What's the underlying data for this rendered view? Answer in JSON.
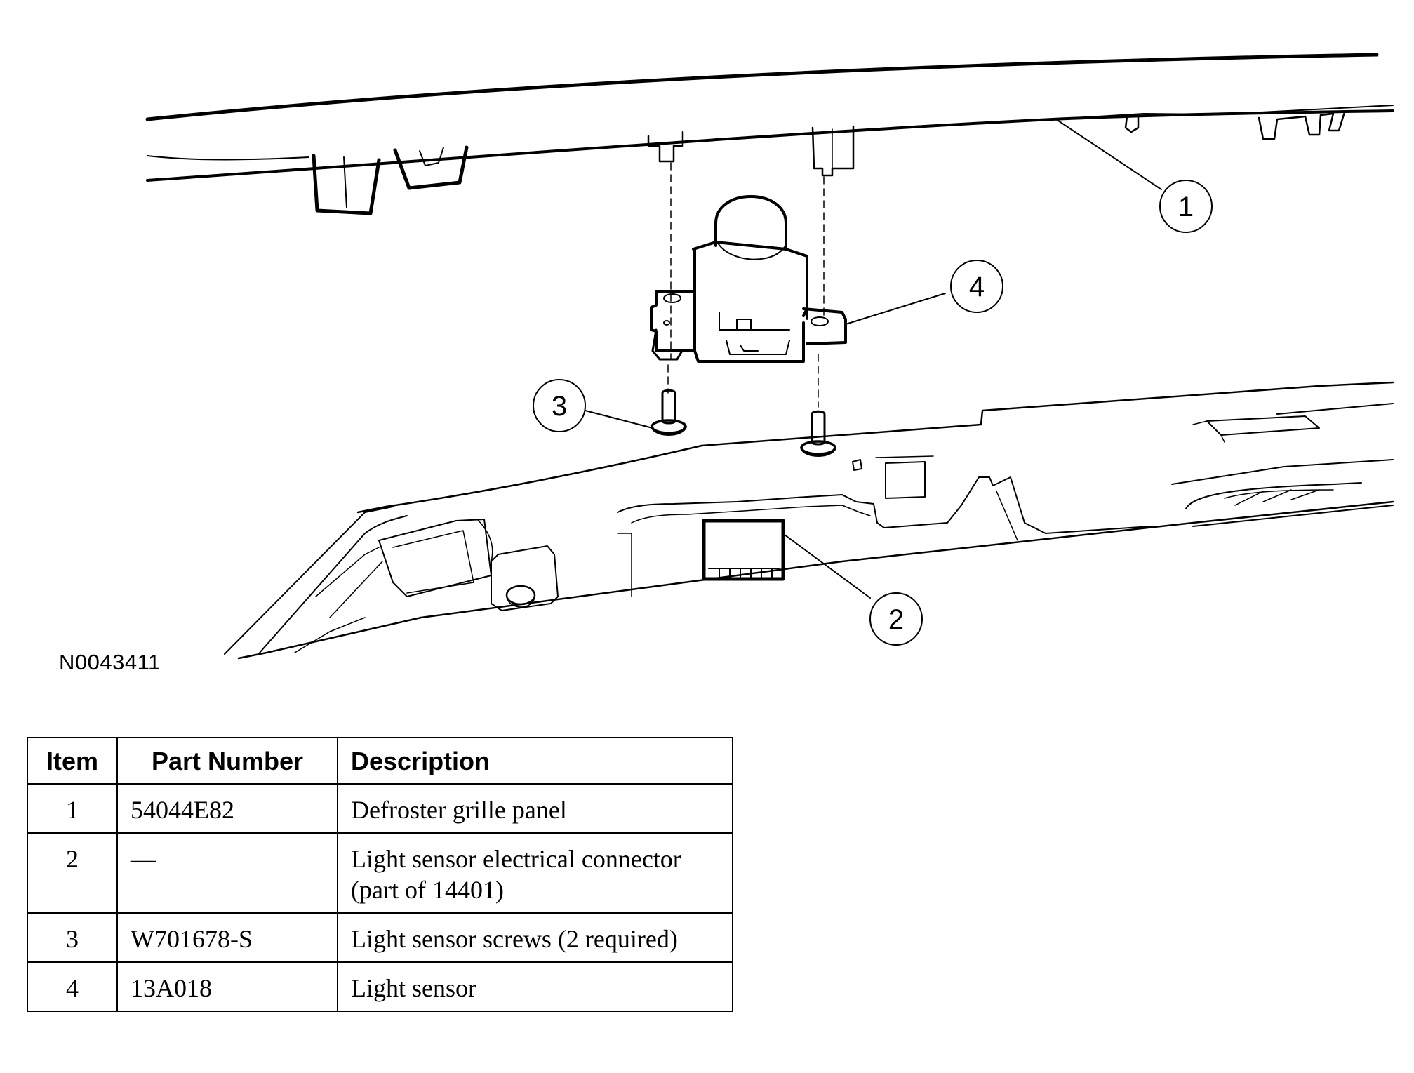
{
  "figure_id": "N0043411",
  "callouts": [
    "1",
    "2",
    "3",
    "4"
  ],
  "table": {
    "headers": {
      "item": "Item",
      "part_number": "Part Number",
      "description": "Description"
    },
    "rows": [
      {
        "item": "1",
        "part_number": "54044E82",
        "description": "Defroster grille panel"
      },
      {
        "item": "2",
        "part_number": "—",
        "description": "Light sensor electrical connector (part of 14401)"
      },
      {
        "item": "3",
        "part_number": "W701678-S",
        "description": "Light sensor screws (2 required)"
      },
      {
        "item": "4",
        "part_number": "13A018",
        "description": "Light sensor"
      }
    ]
  }
}
